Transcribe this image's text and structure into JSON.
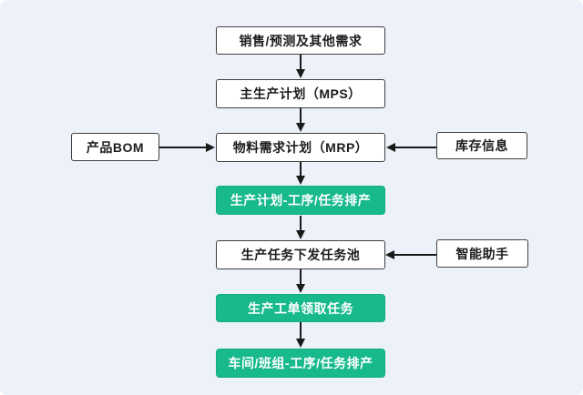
{
  "diagram": {
    "type": "flowchart",
    "background_color": "#ecf1fa",
    "node_border_color": "#3f3f3f",
    "highlight_color": "#17b98d",
    "arrow_color": "#1a1a1a",
    "nodes": {
      "sales": {
        "label": "销售/预测及其他需求",
        "style": "white"
      },
      "mps": {
        "label": "主生产计划（MPS）",
        "style": "white"
      },
      "mrp": {
        "label": "物料需求计划（MRP）",
        "style": "white"
      },
      "bom": {
        "label": "产品BOM",
        "style": "white"
      },
      "inventory": {
        "label": "库存信息",
        "style": "white"
      },
      "plan": {
        "label": "生产计划-工序/任务排产",
        "style": "green"
      },
      "pool": {
        "label": "生产任务下发任务池",
        "style": "white"
      },
      "assistant": {
        "label": "智能助手",
        "style": "white"
      },
      "order": {
        "label": "生产工单领取任务",
        "style": "green"
      },
      "workshop": {
        "label": "车间/班组-工序/任务排产",
        "style": "green"
      }
    },
    "edges": [
      {
        "from": "sales",
        "to": "mps"
      },
      {
        "from": "mps",
        "to": "mrp"
      },
      {
        "from": "bom",
        "to": "mrp"
      },
      {
        "from": "inventory",
        "to": "mrp"
      },
      {
        "from": "mrp",
        "to": "plan"
      },
      {
        "from": "plan",
        "to": "pool"
      },
      {
        "from": "assistant",
        "to": "pool"
      },
      {
        "from": "pool",
        "to": "order"
      },
      {
        "from": "order",
        "to": "workshop"
      }
    ]
  }
}
